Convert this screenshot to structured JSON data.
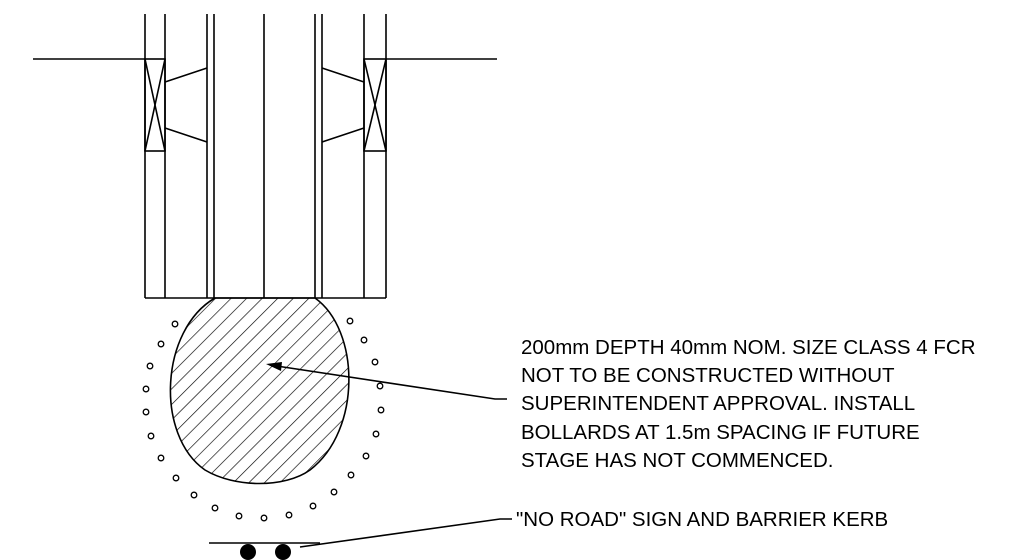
{
  "notes": {
    "fcr_note": [
      "200mm DEPTH 40mm NOM. SIZE CLASS 4 FCR",
      "NOT TO BE CONSTRUCTED WITHOUT",
      "SUPERINTENDENT APPROVAL. INSTALL",
      "BOLLARDS AT 1.5m SPACING IF FUTURE",
      "STAGE HAS NOT COMMENCED."
    ],
    "sign_note": "\"NO ROAD\" SIGN AND BARRIER KERB"
  },
  "colors": {
    "line": "#000000",
    "background": "#ffffff"
  }
}
